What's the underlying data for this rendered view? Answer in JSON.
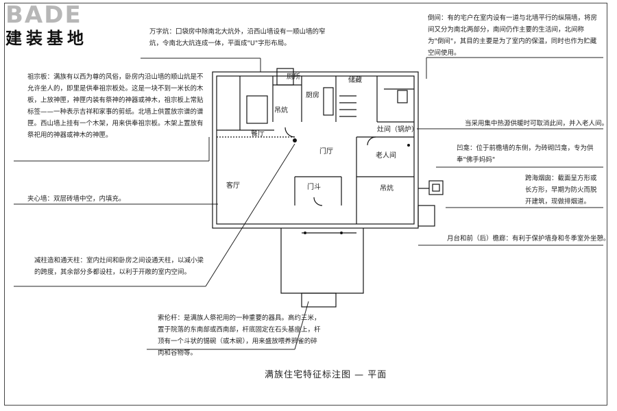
{
  "logo": {
    "latin": "BADE",
    "cn": "建装基地"
  },
  "title": "满族住宅特征标注图 — 平面",
  "notes": {
    "wanzikang": "万字炕：囗袋房中除南北大炕外，沿西山墙设有一顺山墙的窄炕，令南北大炕连成一体，平面成\"U\"字形布局。",
    "daojian": "倒间：有的宅户在室内设有一道与北墙平行的纵隔墙，将房间又分为南北两部分，南间仍作主要的生活间，北间称为\"倒间\"，其目的主要是为了室内的保温，同时也作为贮藏空间使用。",
    "zuzongban": "祖宗板：满族有以西为尊的风俗，卧房内沿山墙的顺山炕是不允许坐人的，即里是供奉祖宗板处。这是一块不到一米长的木板，上放神匣，神匣内装有祭神的神器或神木，祖宗板上常贴标签——一种表示吉祥和家事的剪纸。北墙上供置放宗谱的谱匣。西山墙上挂有一个木架，用来供奉祖宗板。木架上置放有祭祀用的神器或神木的神匣。",
    "huoqiang": "当采用集中热源供暖时可取消此间，并入老人间。",
    "aokan": "凹龛：位于前檐墙的东侧，为砖砌凹龛，专为供奉\"佛手妈妈\"",
    "jiaxinqiang": "夹心墙：双层砖墙中空，内填充。",
    "yancong": "跨海烟囱：截面呈方形或长方形，早期为防火而脱开建筑，现做排烟道。",
    "yuetai": "月台和前（后）檐廊：有利于保护墙身和冬季室外坐憩。",
    "jianzhu": "减柱造和通天柱：室内灶间和卧房之间设通天柱，以减小梁的跨度，其余部分多都设柱，以利于开敞的室内空间。",
    "suolungan": "索伦杆：是满族人祭祀用的一种重要的器具。高约三米，置于院落的东南部或西南部，杆底固定在石头基座上，杆顶有一个斗状的锡碗（或木碗），用来盛放喂养鸦雀的碎肉和谷物等。"
  },
  "rooms": {
    "wc": "厕所",
    "kitchen": "厨房",
    "storage": "储藏",
    "diaokang1": "吊炕",
    "canting": "餐厅",
    "menting": "门厅",
    "guolu": "灶间（锅炉）",
    "laorenjian": "老人间",
    "keting": "客厅",
    "mendou": "门斗",
    "diaokang2": "吊炕"
  }
}
